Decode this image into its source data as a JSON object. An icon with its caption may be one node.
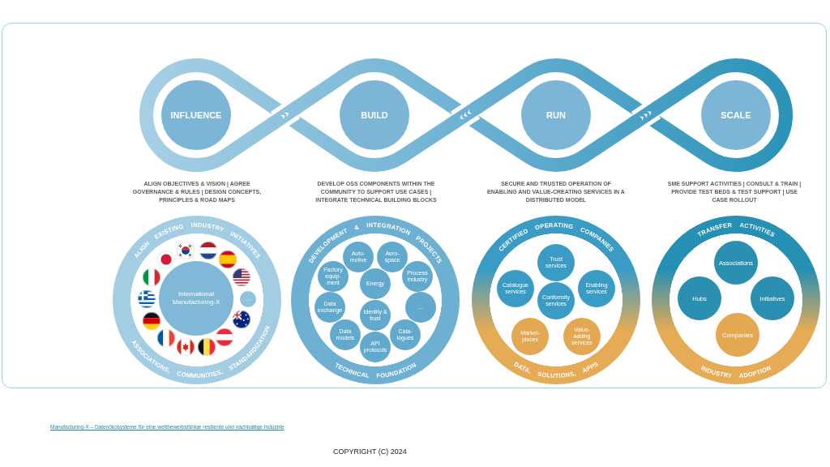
{
  "diagram": {
    "nodes": [
      {
        "text": [
          "INFLUENCE"
        ]
      },
      {
        "text": [
          "BUILD"
        ]
      },
      {
        "text": [
          "RUN"
        ]
      },
      {
        "text": [
          "SCALE"
        ]
      },
      {
        "text": [
          "ALIGN EXISTING INDUSTRY INITIATIVES",
          "ASSOCIATIONS, COMMUNITIES, STANDARDIZATION"
        ]
      },
      {
        "text": [
          "International Manufacturing-X"
        ],
        "in": 4
      },
      {
        "text": [
          "…"
        ],
        "in": 4
      },
      {
        "text": [
          "DEVELOPMENT & INTEGRATION PROJECTS",
          "TECHNICAL FOUNDATION"
        ]
      },
      {
        "text": [
          "Auto-motive"
        ],
        "in": 7
      },
      {
        "text": [
          "Aero-space"
        ],
        "in": 7
      },
      {
        "text": [
          "Factory equip-ment"
        ],
        "in": 7
      },
      {
        "text": [
          "Energy"
        ],
        "in": 7
      },
      {
        "text": [
          "Process industry"
        ],
        "in": 7
      },
      {
        "text": [
          "Data exchange"
        ],
        "in": 7
      },
      {
        "text": [
          "Identity & trust"
        ],
        "in": 7
      },
      {
        "text": [
          "…"
        ],
        "in": 7
      },
      {
        "text": [
          "Data models"
        ],
        "in": 7
      },
      {
        "text": [
          "API protocols"
        ],
        "in": 7
      },
      {
        "text": [
          "Cata-logues"
        ],
        "in": 7
      },
      {
        "text": [
          "CERTIFIED OPERATING COMPANIES",
          "DATA, SOLUTIONS, APPS"
        ]
      },
      {
        "text": [
          "Trust services"
        ],
        "in": 19
      },
      {
        "text": [
          "Catalogue services"
        ],
        "in": 19
      },
      {
        "text": [
          "Conformity services"
        ],
        "in": 19
      },
      {
        "text": [
          "Enabling services"
        ],
        "in": 19
      },
      {
        "text": [
          "Market-places"
        ],
        "in": 19
      },
      {
        "text": [
          "Value-adding services"
        ],
        "in": 19
      },
      {
        "text": [
          "TRANSFER ACTIVITIES",
          "INDUSTRY ADOPTION"
        ]
      },
      {
        "text": [
          "Associations"
        ],
        "in": 26
      },
      {
        "text": [
          "Hubs"
        ],
        "in": 26
      },
      {
        "text": [
          "Initiatives"
        ],
        "in": 26
      },
      {
        "text": [
          "Companies"
        ],
        "in": 26
      }
    ],
    "labels": [
      "ALIGN OBJECTIVES & VISION | AGREE GOVERNANCE & RULES | DESIGN CONCEPTS, PRINCIPLES & ROAD MAPS",
      "DEVELOP OSS COMPONENTS WITHIN THE COMMUNITY TO SUPPORT USE CASES | INTEGRATE TECHNICAL BUILDING BLOCKS",
      "SECURE AND TRUSTED OPERATION OF ENABLING AND VALUE-CREATING SERVICES IN A DISTRIBUTED MODEL",
      "SME SUPPORT ACTIVITIES | CONSULT & TRAIN | PROVIDE TEST BEDS & TEST SUPPORT | USE CASE ROLLOUT",
      "Manufacturing-X – Datenökosysteme für eine wettbewerbsfähige resiliente und nachhaltige Industrie",
      "COPYRIGHT (C) 2024"
    ]
  }
}
